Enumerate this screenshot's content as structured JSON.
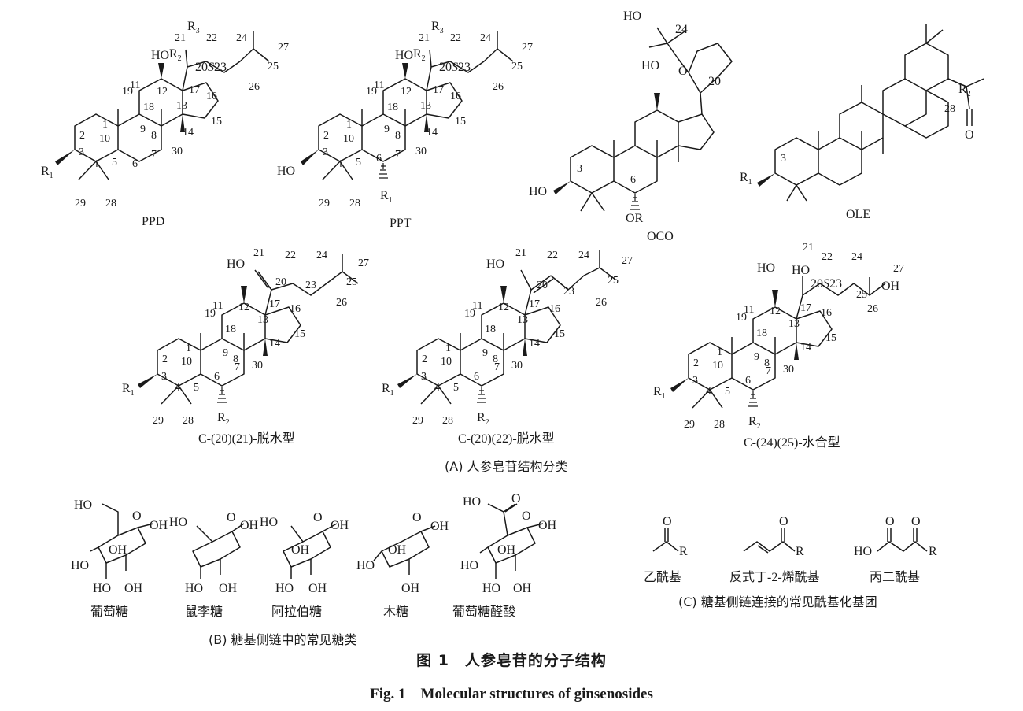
{
  "panels": {
    "A": {
      "caption": "(A) 人参皂苷结构分类",
      "structures": [
        {
          "id": "ppd",
          "name": "PPD"
        },
        {
          "id": "ppt",
          "name": "PPT"
        },
        {
          "id": "oco",
          "name": "OCO",
          "substituents": {
            "hydroxyl": "HO",
            "ether_o": "O",
            "oxy": "OR",
            "c24": "24",
            "c20": "20",
            "c3": "3",
            "c6": "6"
          }
        },
        {
          "id": "ole",
          "name": "OLE",
          "substituents": {
            "c3": "3",
            "c28": "28",
            "r1": "R1",
            "r2": "R2",
            "oxo": "O"
          }
        },
        {
          "id": "c2021",
          "name": "C-(20)(21)-脱水型"
        },
        {
          "id": "c2022",
          "name": "C-(20)(22)-脱水型"
        },
        {
          "id": "c2425",
          "name": "C-(24)(25)-水合型"
        }
      ],
      "atom_labels": {
        "hydroxyl": "HO",
        "oh": "OH",
        "r1": "R1",
        "r2": "R2",
        "r3": "R3",
        "stereo_s": "S",
        "c20": "20",
        "c23": "23"
      }
    },
    "B": {
      "caption": "(B) 糖基侧链中的常见糖类",
      "sugars": [
        {
          "id": "glucose",
          "name": "葡萄糖"
        },
        {
          "id": "rhamnose",
          "name": "鼠李糖"
        },
        {
          "id": "arabinose",
          "name": "阿拉伯糖"
        },
        {
          "id": "xylose",
          "name": "木糖"
        },
        {
          "id": "glucuronic",
          "name": "葡萄糖醛酸"
        }
      ]
    },
    "C": {
      "caption": "(C) 糖基侧链连接的常见酰基化基团",
      "groups": [
        {
          "id": "acetyl",
          "name": "乙酰基"
        },
        {
          "id": "crotonyl",
          "name": "反式丁-2-烯酰基"
        },
        {
          "id": "malonyl",
          "name": "丙二酰基"
        }
      ],
      "atom_labels": {
        "o": "O",
        "r": "R",
        "ho": "HO"
      }
    }
  },
  "figure_caption_cn": "图 1　人参皂苷的分子结构",
  "figure_caption_en": "Fig. 1　Molecular structures of ginsenosides"
}
